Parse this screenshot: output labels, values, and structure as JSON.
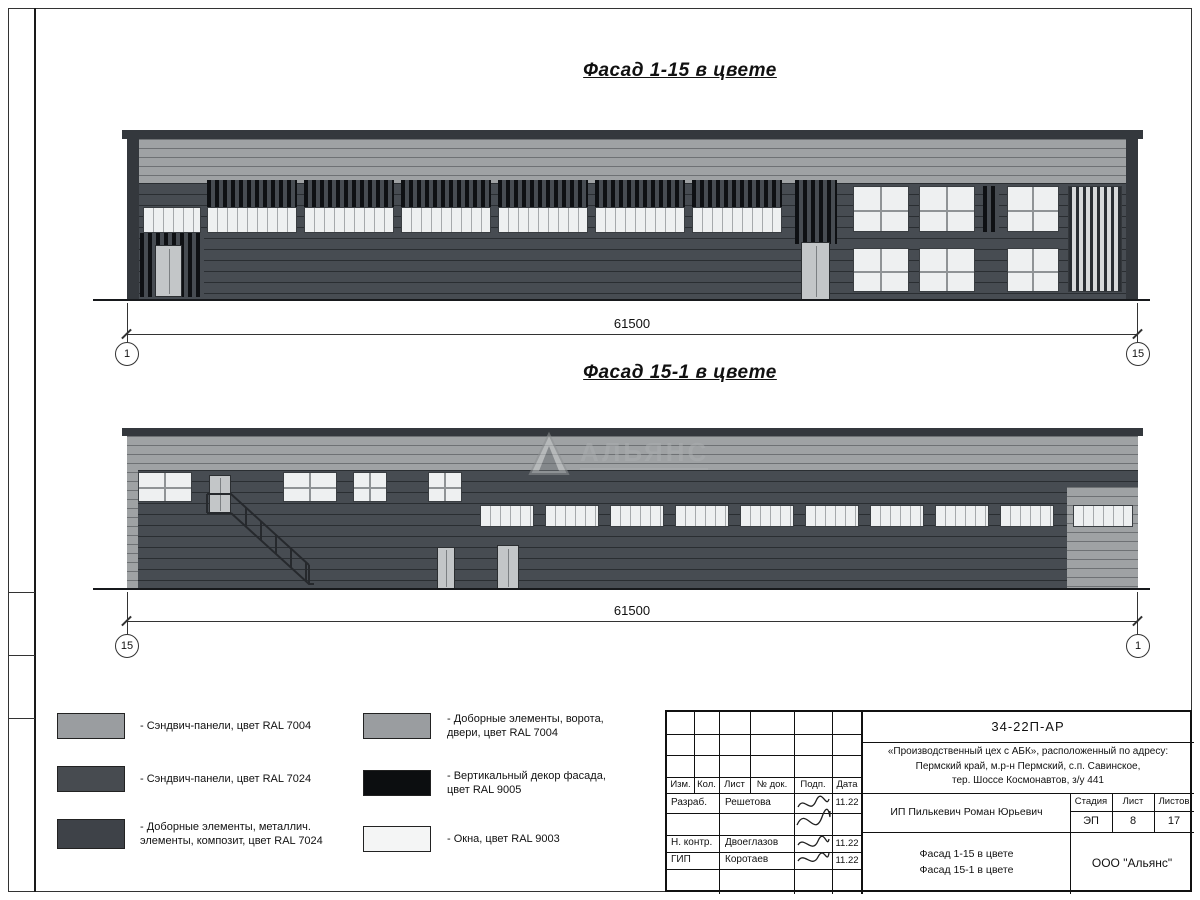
{
  "titles": {
    "facade1": "Фасад 1-15 в цвете",
    "facade2": "Фасад 15-1 в цвете"
  },
  "dimensions": {
    "facade1_length": "61500",
    "facade2_length": "61500"
  },
  "axes": {
    "facade1_left": "1",
    "facade1_right": "15",
    "facade2_left": "15",
    "facade2_right": "1"
  },
  "watermark": {
    "text": "АЛЬЯНС"
  },
  "colors": {
    "ral7004": "#9fa2a4",
    "ral7024": "#474c52",
    "ral9005": "#0e1013",
    "ral9003": "#eef0f1",
    "trim": "#34383d"
  },
  "legend": {
    "column1": [
      {
        "hex": "#9a9da0",
        "label": "- Сэндвич-панели, цвет RAL 7004"
      },
      {
        "hex": "#474b50",
        "label": "- Сэндвич-панели, цвет RAL 7024"
      },
      {
        "hex": "#3e4248",
        "label": "- Доборные элементы, металлич. элементы, композит, цвет RAL 7024"
      }
    ],
    "column2": [
      {
        "hex": "#9a9da0",
        "label": "- Доборные элементы, ворота, двери, цвет RAL 7004"
      },
      {
        "hex": "#0c0e10",
        "label": "- Вертикальный декор фасада, цвет RAL 9005"
      },
      {
        "hex": "#f4f5f5",
        "label": "- Окна, цвет RAL 9003"
      }
    ]
  },
  "title_block": {
    "doc_code": "34-22П-АР",
    "project_line1": "«Производственный цех с АБК», расположенный по адресу:",
    "project_line2": "Пермский край, м.р-н Пермский, с.п. Савинское,",
    "project_line3": "тер. Шоссе Космонавтов, з/у 441",
    "columns": [
      "Изм.",
      "Кол.",
      "Лист",
      "№ док.",
      "Подп.",
      "Дата"
    ],
    "rows": [
      {
        "role": "Разраб.",
        "name": "Решетова",
        "date": "11.22"
      },
      {
        "role": "Н. контр.",
        "name": "Двоеглазов",
        "date": "11.22"
      },
      {
        "role": "ГИП",
        "name": "Коротаев",
        "date": "11.22"
      }
    ],
    "client": "ИП Пилькевич Роман Юрьевич",
    "stage_label": "Стадия",
    "sheet_label": "Лист",
    "sheets_label": "Листов",
    "stage_value": "ЭП",
    "sheet_value": "8",
    "sheets_value": "17",
    "sheet_title_line1": "Фасад 1-15 в цвете",
    "sheet_title_line2": "Фасад 15-1 в цвете",
    "organization": "ООО \"Альянс\""
  }
}
